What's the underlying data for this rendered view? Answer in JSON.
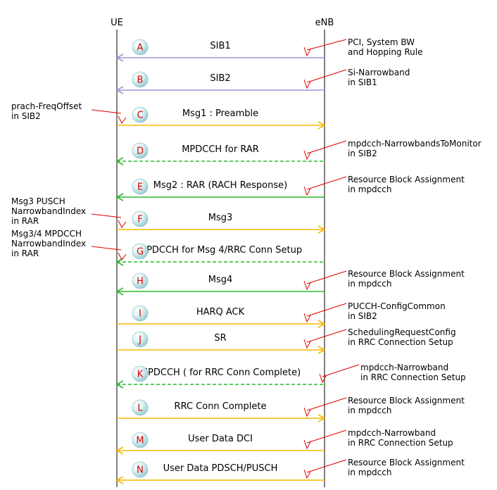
{
  "participants": {
    "left": "UE",
    "right": "eNB"
  },
  "colors": {
    "lifeline": "#000000",
    "sib": "#9a9ad6",
    "uplink": "#f5b800",
    "pdcch": "#2eb82e",
    "downlink": "#2eb82e",
    "leader": "#e00000",
    "badge_letter": "#d40000"
  },
  "messages": [
    {
      "step": "A",
      "label": "SIB1",
      "direction": "to-ue",
      "style": "sib",
      "note": [
        "PCI, System BW",
        "and Hopping Rule"
      ],
      "note_side": "right"
    },
    {
      "step": "B",
      "label": "SIB2",
      "direction": "to-ue",
      "style": "sib",
      "note": [
        "Si-Narrowband",
        "in SIB1"
      ],
      "note_side": "right"
    },
    {
      "step": "C",
      "label": "Msg1 : Preamble",
      "direction": "to-enb",
      "style": "uplink",
      "note": [
        "prach-FreqOffset",
        "in SIB2"
      ],
      "note_side": "left"
    },
    {
      "step": "D",
      "label": "MPDCCH for RAR",
      "direction": "to-ue",
      "style": "pdcch",
      "note": [
        "mpdcch-NarrowbandsToMonitor",
        "in SIB2"
      ],
      "note_side": "right"
    },
    {
      "step": "E",
      "label": "Msg2 : RAR (RACH Response)",
      "direction": "to-ue",
      "style": "downlink",
      "note": [
        "Resource Block Assignment",
        "in mpdcch"
      ],
      "note_side": "right"
    },
    {
      "step": "F",
      "label": "Msg3",
      "direction": "to-enb",
      "style": "uplink",
      "note": [
        "Msg3 PUSCH",
        "NarrowbandIndex",
        "in RAR"
      ],
      "note_side": "left"
    },
    {
      "step": "G",
      "label": "MPDCCH for Msg 4/RRC Conn Setup",
      "direction": "to-ue",
      "style": "pdcch",
      "note": [
        "Msg3/4 MPDCCH",
        "NarrowbandIndex",
        "in RAR"
      ],
      "note_side": "left"
    },
    {
      "step": "H",
      "label": "Msg4",
      "direction": "to-ue",
      "style": "downlink",
      "note": [
        "Resource Block Assignment",
        "in mpdcch"
      ],
      "note_side": "right"
    },
    {
      "step": "I",
      "label": "HARQ ACK",
      "direction": "to-enb",
      "style": "uplink",
      "note": [
        "PUCCH-ConfigCommon",
        "in SIB2"
      ],
      "note_side": "right"
    },
    {
      "step": "J",
      "label": "SR",
      "direction": "to-enb",
      "style": "uplink",
      "note": [
        "SchedulingRequestConfig",
        "in RRC Connection Setup"
      ],
      "note_side": "right"
    },
    {
      "step": "K",
      "label": "MPDCCH ( for RRC Conn Complete)",
      "direction": "to-ue",
      "style": "pdcch",
      "note": [
        "mpdcch-Narrowband",
        "in RRC Connection Setup"
      ],
      "note_side": "right"
    },
    {
      "step": "L",
      "label": "RRC Conn Complete",
      "direction": "to-enb",
      "style": "uplink",
      "note": [
        "Resource Block Assignment",
        "in mpdcch"
      ],
      "note_side": "right"
    },
    {
      "step": "M",
      "label": "User Data DCI",
      "direction": "to-ue",
      "style": "uplink",
      "note": [
        "mpdcch-Narrowband",
        "in RRC Connection Setup"
      ],
      "note_side": "right"
    },
    {
      "step": "N",
      "label": "User Data PDSCH/PUSCH",
      "direction": "to-ue",
      "style": "uplink",
      "note": [
        "Resource Block Assignment",
        "in mpdcch"
      ],
      "note_side": "right"
    }
  ]
}
